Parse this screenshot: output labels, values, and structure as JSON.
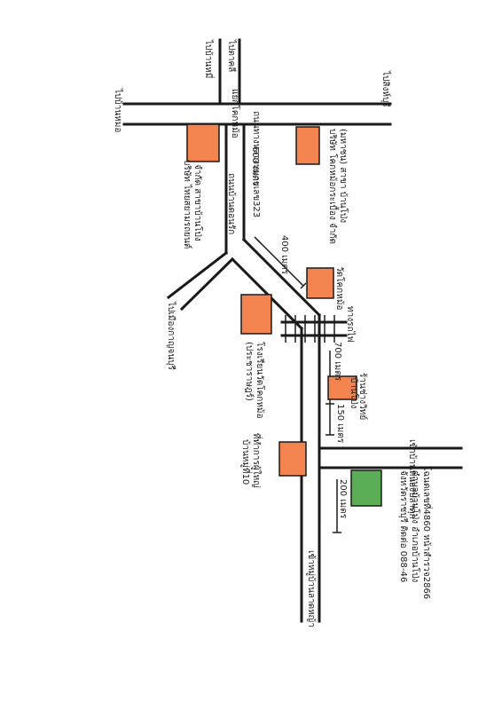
{
  "colors": {
    "landmark_fill": "#F4844F",
    "destination_fill": "#5BAE55",
    "ink": "#1A1A1A",
    "paper": "#FFFFFF"
  },
  "labels": {
    "to_ban_mi": "ไปบ้านหมี่",
    "to_takli": "ไปตาคลี",
    "to_ban_mo": "ไปบ้านหมอ",
    "to_sing_buri": "ไปสิงห์บุรี",
    "intersection": "แยกโคกหม้อ",
    "highway_323": "ถนนทางหลวงหมายเลข323",
    "company_top": "บริษัท โคกหม้อกระเบื้อง จำกัด",
    "company_branch": "(มหาชน) สาขา บ้านโป่ง",
    "company_left": "บริษัท ไทยสยามรถยนต์",
    "company_left_2": "จำกัด สาขาบ้านโป่ง",
    "dist_600": "600 เมตร",
    "road_local": "ถนนบ้านดอนรัก",
    "dist_400": "400 เมตร",
    "temple": "วัดโคกหม้อ",
    "to_kan_ton": "ไปเมืองกาญจนบุรี",
    "railway": "ทางรถไฟ",
    "school": "โรงเรียนวัดโคกหม้อ",
    "school_2": "(ประชาราษฎร์)",
    "dist_700": "700 เมตร",
    "shop": "ร้านช่างวิทย์",
    "shop_2": "บ้านโป่ง",
    "dist_150": "150 เมตร",
    "district_office": "ที่ทำการผู้ใหญ่",
    "district_office_2": "บ้านหมู่ที่10",
    "to_ban_lat": "เข้าหมู่บ้านลาดหญ้า",
    "dist_200": "200 เมตร",
    "destination_1": "โฉนดเลขที่4860 หน้าสำรวจ2866",
    "destination_2": "ตำบลบ้านโป่ง อำเภอบ้านโป่ง",
    "destination_3": "จังหวัดราชบุรี ติดต่อ 088-46",
    "to_ban_nong": "เข้าบ้านหนองปลาดุก"
  }
}
